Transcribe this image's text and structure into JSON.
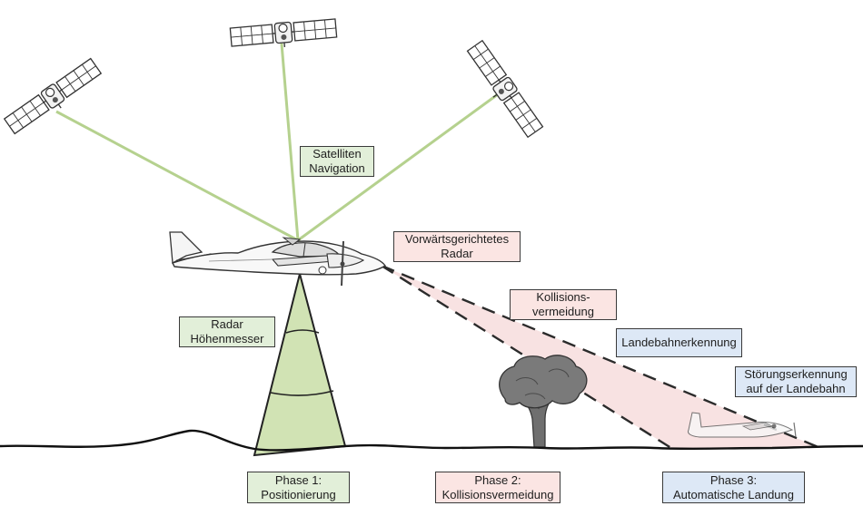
{
  "colors": {
    "green_fill": "#e2efd9",
    "pink_fill": "#fbe5e3",
    "blue_fill": "#dde8f6",
    "satellite_link": "#b5d18e",
    "radar_cone": "#d1e3b4",
    "radar_beam": "#f6d8d8"
  },
  "icons": [
    "satellite-icon",
    "aircraft-icon",
    "tree-icon",
    "landed-aircraft-icon"
  ],
  "labels": {
    "satellite_nav": [
      "Satelliten",
      "Navigation"
    ],
    "forward_radar": [
      "Vorwärtsgerichtetes",
      "Radar"
    ],
    "collision": [
      "Kollisions-",
      "vermeidung"
    ],
    "runway_detection": [
      "Landebahnerkennung"
    ],
    "disturbance": [
      "Störungserkennung",
      "auf der Landebahn"
    ],
    "radar_altimeter": [
      "Radar",
      "Höhenmesser"
    ]
  },
  "phases": [
    {
      "line1": "Phase 1:",
      "line2": "Positionierung"
    },
    {
      "line1": "Phase 2:",
      "line2": "Kollisionsvermeidung"
    },
    {
      "line1": "Phase 3:",
      "line2": "Automatische Landung"
    }
  ]
}
